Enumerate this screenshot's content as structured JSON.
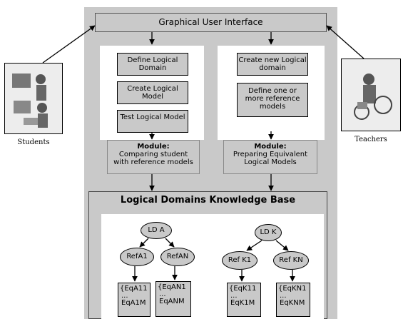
{
  "gui": {
    "title": "Graphical User Interface"
  },
  "actors": {
    "students_label": "Students",
    "teachers_label": "Teachers"
  },
  "student_side": {
    "steps": [
      "Define Logical Domain",
      "Create Logical Model",
      "Test Logical Model"
    ],
    "module": {
      "title": "Module:",
      "text": "Comparing student with reference models"
    }
  },
  "teacher_side": {
    "steps": [
      "Create new Logical domain",
      "Define one or more reference models"
    ],
    "module": {
      "title": "Module:",
      "text": "Preparing Equivalent Logical Models"
    }
  },
  "kb": {
    "title": "Logical Domains Knowledge Base",
    "domains": [
      "LD A",
      "LD K"
    ],
    "refs": [
      "RefA1",
      "RefAN",
      "Ref K1",
      "Ref KN"
    ],
    "eq_top": [
      "{EqA11",
      "{EqAN1",
      "{EqK11",
      "{EqKN1"
    ],
    "eq_dots": [
      "...",
      "...",
      "...",
      "..."
    ],
    "eq_bottom": [
      "EqA1M",
      "EqANM",
      "EqK1M",
      "EqKNM"
    ]
  },
  "colors": {
    "panel_gray": "#c9c9c9",
    "line": "#000000",
    "background": "#ffffff"
  }
}
